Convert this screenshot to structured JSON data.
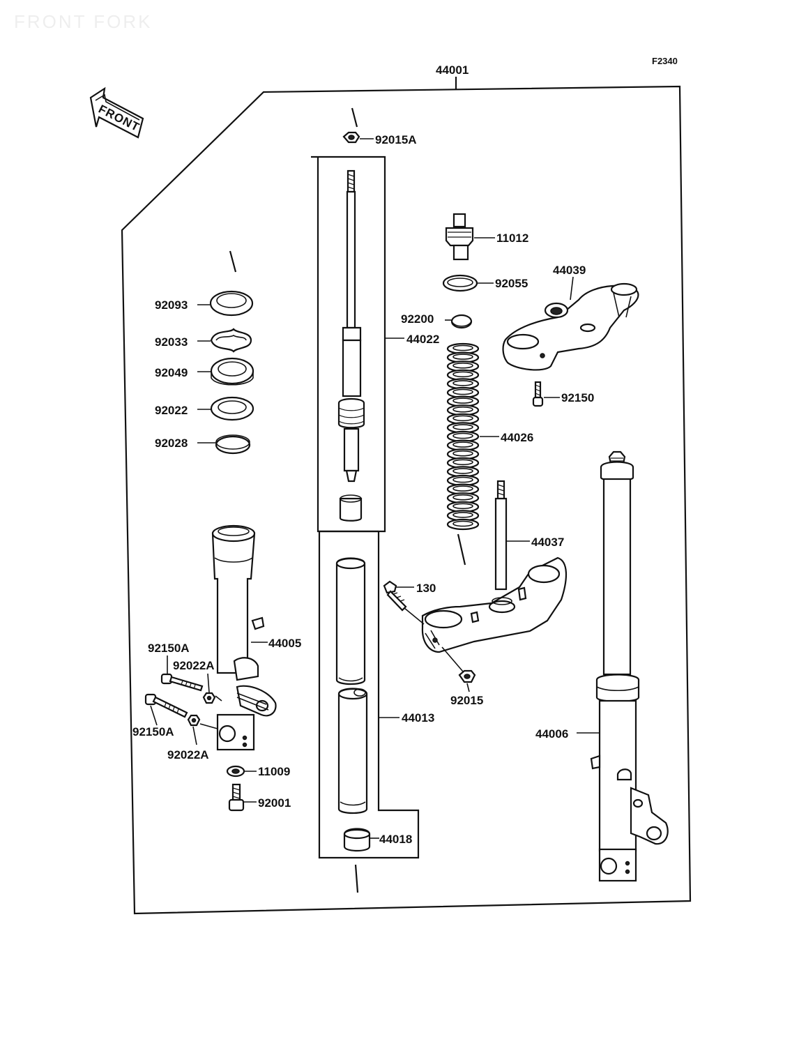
{
  "watermark": "FRONT FORK",
  "diagram_code": "F2340",
  "front_arrow_label": "FRONT",
  "assembly_label": "44001",
  "parts": {
    "p92015A": "92015A",
    "p11012": "11012",
    "p44039": "44039",
    "p92055": "92055",
    "p92200": "92200",
    "p44022": "44022",
    "p92150": "92150",
    "p92093": "92093",
    "p92033": "92033",
    "p92049": "92049",
    "p92022": "92022",
    "p92028": "92028",
    "p44026": "44026",
    "p44037": "44037",
    "p130": "130",
    "p44005": "44005",
    "p92150A_top": "92150A",
    "p92022A_top": "92022A",
    "p92150A_bottom": "92150A",
    "p92022A_bottom": "92022A",
    "p92015": "92015",
    "p44013": "44013",
    "p44006": "44006",
    "p11009": "11009",
    "p92001": "92001",
    "p44018": "44018"
  }
}
